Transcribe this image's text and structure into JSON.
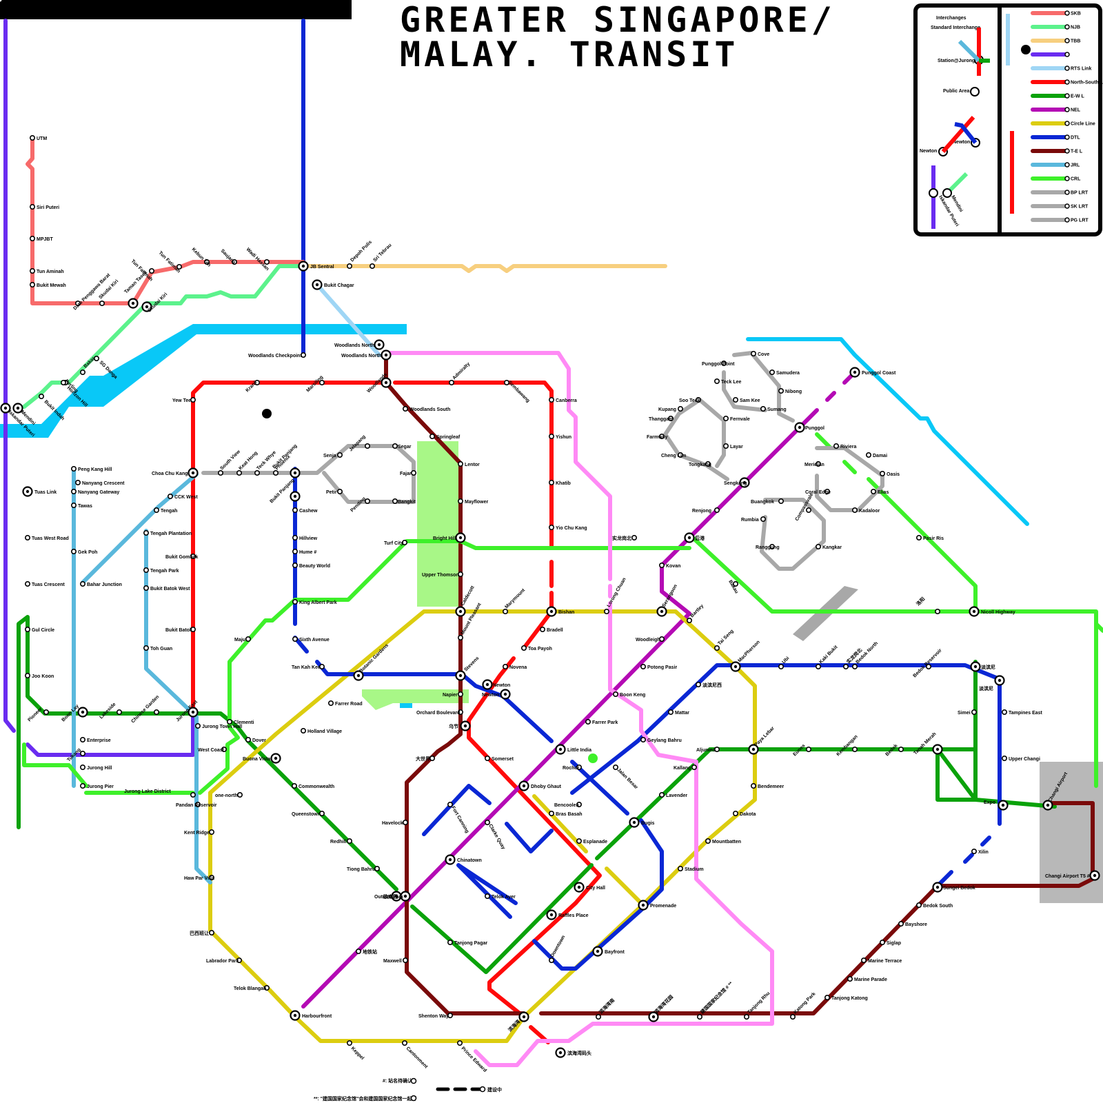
{
  "title": {
    "line1": "GREATER SINGAPORE/",
    "line2": "MALAY. TRANSIT"
  },
  "legend": {
    "lines": [
      {
        "name": "SKB",
        "color": "#f76a6a"
      },
      {
        "name": "NJB",
        "color": "#5cf28c"
      },
      {
        "name": "TBB",
        "color": "#f7cf7f"
      },
      {
        "name": "",
        "color": "#6a2cf0"
      },
      {
        "name": "RTS Link",
        "color": "#9fd6f5"
      },
      {
        "name": "North-South Li",
        "color": "#ff0a0a"
      },
      {
        "name": "E-W L",
        "color": "#0aa20a"
      },
      {
        "name": "NEL",
        "color": "#b40ab4"
      },
      {
        "name": "Circle Line",
        "color": "#dccd10"
      },
      {
        "name": "DTL",
        "color": "#0a27d4"
      },
      {
        "name": "T-E L",
        "color": "#7a0a0a"
      },
      {
        "name": "JRL",
        "color": "#5ab8dc"
      },
      {
        "name": "CRL",
        "color": "#3ef02a"
      },
      {
        "name": "BP LRT",
        "color": "#a8a8a8"
      },
      {
        "name": "SK LRT",
        "color": "#a8a8a8"
      },
      {
        "name": "PG LRT",
        "color": "#a8a8a8"
      }
    ],
    "keys": {
      "interchanges": "Interchanges",
      "standard": "Standard Interchange",
      "station_jurong": "Station@Jurong",
      "public_area": "Public Area",
      "newton1": "Newton",
      "newton2": "Newton",
      "iskandar": "Iskandar Puteri",
      "mendini": "Mendini"
    }
  },
  "stations": [
    {
      "name": "UTM"
    },
    {
      "name": "Siri Puteri"
    },
    {
      "name": "MPJBT"
    },
    {
      "name": "Tun Aminah"
    },
    {
      "name": "Bukit Mewah"
    },
    {
      "name": "Dato Penggawa Barat"
    },
    {
      "name": "Skudai Kiri"
    },
    {
      "name": "Taman Tasek"
    },
    {
      "name": "Tun Fatimah"
    },
    {
      "name": "Tun Fatimah"
    },
    {
      "name": "Kebun Teh"
    },
    {
      "name": "Saujana"
    },
    {
      "name": "Wadi Hassan"
    },
    {
      "name": "JB Sentral"
    },
    {
      "name": "Depoh Polis"
    },
    {
      "name": "Sri Tebrau"
    },
    {
      "name": "Bukit Chagar"
    },
    {
      "name": "Skudai Kiri"
    },
    {
      "name": "SG Danga"
    },
    {
      "name": "Bukit Indah"
    },
    {
      "name": "Horizon Hill"
    },
    {
      "name": "Perling"
    },
    {
      "name": "Bakar"
    },
    {
      "name": "Mendini"
    },
    {
      "name": "Iskandar Puteri"
    },
    {
      "name": "Woodlands Checkpoint"
    },
    {
      "name": "Woodlands North"
    },
    {
      "name": "Woodlands North"
    },
    {
      "name": "Woodlands"
    },
    {
      "name": "Kranji"
    },
    {
      "name": "Marsiling"
    },
    {
      "name": "Admiralty"
    },
    {
      "name": "Sembawang"
    },
    {
      "name": "Yew Tee"
    },
    {
      "name": "Canberra"
    },
    {
      "name": "Yishun"
    },
    {
      "name": "Khatib"
    },
    {
      "name": "Yio Chu Kang"
    },
    {
      "name": "Woodlands South"
    },
    {
      "name": "Springleaf"
    },
    {
      "name": "Lentor"
    },
    {
      "name": "Mayflower"
    },
    {
      "name": "Bright Hill"
    },
    {
      "name": "Upper Thomson"
    },
    {
      "name": "Caldecott"
    },
    {
      "name": "Mount Pleasant"
    },
    {
      "name": "Stevens"
    },
    {
      "name": "Napier"
    },
    {
      "name": "Orchard Boulevard"
    },
    {
      "name": "乌节"
    },
    {
      "name": "大世界"
    },
    {
      "name": "Havelock"
    },
    {
      "name": "欧南园"
    },
    {
      "name": "Maxwell"
    },
    {
      "name": "Shenton Way"
    },
    {
      "name": "滨海湾"
    },
    {
      "name": "滨海湾南"
    },
    {
      "name": "滨海湾花园"
    },
    {
      "name": "建国国家纪念馆 # **"
    },
    {
      "name": "Tanjong Rhu"
    },
    {
      "name": "Katong Park"
    },
    {
      "name": "Tanjong Katong"
    },
    {
      "name": "Marine Parade"
    },
    {
      "name": "Marine Terrace"
    },
    {
      "name": "Siglap"
    },
    {
      "name": "Bayshore"
    },
    {
      "name": "Bedok South"
    },
    {
      "name": "Sungei Bedok"
    },
    {
      "name": "Changi Airport T5 #"
    },
    {
      "name": "Changi Airport"
    },
    {
      "name": "Expo"
    },
    {
      "name": "Xilin"
    },
    {
      "name": "Upper Changi"
    },
    {
      "name": "Tampines East"
    },
    {
      "name": "Simei"
    },
    {
      "name": "淡滨尼"
    },
    {
      "name": "淡滨尼"
    },
    {
      "name": "Tanah Merah"
    },
    {
      "name": "Bedok"
    },
    {
      "name": "Kembangan"
    },
    {
      "name": "Eunos"
    },
    {
      "name": "Paya Lebar"
    },
    {
      "name": "Aljunied"
    },
    {
      "name": "Kallang"
    },
    {
      "name": "Lavender"
    },
    {
      "name": "Bugis"
    },
    {
      "name": "City Hall"
    },
    {
      "name": "Raffles Place"
    },
    {
      "name": "Tanjong Pagar"
    },
    {
      "name": "Outram Park"
    },
    {
      "name": "Tiong Bahru"
    },
    {
      "name": "Redhill"
    },
    {
      "name": "Queenstown"
    },
    {
      "name": "Commonwealth"
    },
    {
      "name": "Buona Vista"
    },
    {
      "name": "Dover"
    },
    {
      "name": "Clementi"
    },
    {
      "name": "Jurong East"
    },
    {
      "name": "Chinese Garden"
    },
    {
      "name": "Lakeside"
    },
    {
      "name": "Boon Lay"
    },
    {
      "name": "Pioneer"
    },
    {
      "name": "Joo Koon"
    },
    {
      "name": "Gul Circle"
    },
    {
      "name": "Tuas Crescent"
    },
    {
      "name": "Tuas West Road"
    },
    {
      "name": "Tuas Link"
    },
    {
      "name": "Choa Chu Kang"
    },
    {
      "name": "South View"
    },
    {
      "name": "Keat Hong"
    },
    {
      "name": "Teck Whye"
    },
    {
      "name": "Phoenix"
    },
    {
      "name": "Bukit Panjang"
    },
    {
      "name": "Senja"
    },
    {
      "name": "Jelapang"
    },
    {
      "name": "Segar"
    },
    {
      "name": "Fajar"
    },
    {
      "name": "Bangkit"
    },
    {
      "name": "Pending"
    },
    {
      "name": "Petir"
    },
    {
      "name": "Bukit Panjang"
    },
    {
      "name": "Cashew"
    },
    {
      "name": "Hillview"
    },
    {
      "name": "Hume #"
    },
    {
      "name": "Beauty World"
    },
    {
      "name": "King Albert Park"
    },
    {
      "name": "Sixth Avenue"
    },
    {
      "name": "Tan Kah Kee"
    },
    {
      "name": "Botanic Gardens"
    },
    {
      "name": "Farrer Road"
    },
    {
      "name": "Holland Village"
    },
    {
      "name": "one-north"
    },
    {
      "name": "Kent Ridge"
    },
    {
      "name": "Haw Par Villa"
    },
    {
      "name": "巴西班让"
    },
    {
      "name": "Labrador Park"
    },
    {
      "name": "Telok Blangah"
    },
    {
      "name": "Harbourfront"
    },
    {
      "name": "Keppel"
    },
    {
      "name": "Cantonment"
    },
    {
      "name": "Prince Edward"
    },
    {
      "name": "滨海湾码头"
    },
    {
      "name": "Peng Kang Hill"
    },
    {
      "name": "Nanyang Crescent"
    },
    {
      "name": "Nanyang Gateway"
    },
    {
      "name": "Tawas"
    },
    {
      "name": "Gek Poh"
    },
    {
      "name": "Bahar Junction"
    },
    {
      "name": "Enterprise"
    },
    {
      "name": "Tukang"
    },
    {
      "name": "Jurong Hill"
    },
    {
      "name": "Jurong Pier"
    },
    {
      "name": "CCK West"
    },
    {
      "name": "Tengah"
    },
    {
      "name": "Tengah Plantation"
    },
    {
      "name": "Tengah Park"
    },
    {
      "name": "Bukit Batok West"
    },
    {
      "name": "Toh Guan"
    },
    {
      "name": "Bukit Gombak"
    },
    {
      "name": "Bukit Batok"
    },
    {
      "name": "Jurong Town Hall"
    },
    {
      "name": "West Coast"
    },
    {
      "name": "Pandan Reservoir"
    },
    {
      "name": "Jurong Lake District"
    },
    {
      "name": "Maju"
    },
    {
      "name": "Turf City"
    },
    {
      "name": "Marymount"
    },
    {
      "name": "Bishan"
    },
    {
      "name": "Bradell"
    },
    {
      "name": "Toa Payoh"
    },
    {
      "name": "Novena"
    },
    {
      "name": "Newton"
    },
    {
      "name": "Newton"
    },
    {
      "name": "Somerset"
    },
    {
      "name": "Dhoby Ghaut"
    },
    {
      "name": "Little India"
    },
    {
      "name": "Rochor"
    },
    {
      "name": "Jalan Besar"
    },
    {
      "name": "Bencoolen"
    },
    {
      "name": "Bras Basah"
    },
    {
      "name": "Esplanade"
    },
    {
      "name": "Promenade"
    },
    {
      "name": "Bayfront"
    },
    {
      "name": "Downtown"
    },
    {
      "name": "Telok Ayer"
    },
    {
      "name": "Chinatown"
    },
    {
      "name": "Fort Canning"
    },
    {
      "name": "Clarke Quay"
    },
    {
      "name": "地铁站"
    },
    {
      "name": "Farrer Park"
    },
    {
      "name": "Boon Keng"
    },
    {
      "name": "Potong Pasir"
    },
    {
      "name": "Woodleigh"
    },
    {
      "name": "Serangoon"
    },
    {
      "name": "Kovan"
    },
    {
      "name": "后港"
    },
    {
      "name": "Sengkang"
    },
    {
      "name": "Punggol"
    },
    {
      "name": "Punggol Coast"
    },
    {
      "name": "Lorong Chuan"
    },
    {
      "name": "实龙岗北"
    },
    {
      "name": "Bartley"
    },
    {
      "name": "Tai Seng"
    },
    {
      "name": "MacPherson"
    },
    {
      "name": "Ubi"
    },
    {
      "name": "Kaki Bukit"
    },
    {
      "name": "Bedok North"
    },
    {
      "name": "Bedok Reservoir"
    },
    {
      "name": "淡滨尼西"
    },
    {
      "name": "Mattar"
    },
    {
      "name": "Geylang Bahru"
    },
    {
      "name": "Bendemeer"
    },
    {
      "name": "Dakota"
    },
    {
      "name": "Mountbatten"
    },
    {
      "name": "Stadium"
    },
    {
      "name": "Nicoll Highway"
    },
    {
      "name": "Pasir Ris"
    },
    {
      "name": "Elias"
    },
    {
      "name": "Riviera"
    },
    {
      "name": "Damai"
    },
    {
      "name": "Oasis"
    },
    {
      "name": "Kadaloor"
    },
    {
      "name": "Coral Edge"
    },
    {
      "name": "Meridian"
    },
    {
      "name": "Cove"
    },
    {
      "name": "Punggol Point"
    },
    {
      "name": "Samudera"
    },
    {
      "name": "Teck Lee"
    },
    {
      "name": "Nibong"
    },
    {
      "name": "Sam Kee"
    },
    {
      "name": "Sumang"
    },
    {
      "name": "Soo Teck"
    },
    {
      "name": "Kupang"
    },
    {
      "name": "Thanggam"
    },
    {
      "name": "Fernvale"
    },
    {
      "name": "Farmway"
    },
    {
      "name": "Layar"
    },
    {
      "name": "Cheng Lim"
    },
    {
      "name": "Tongkang"
    },
    {
      "name": "Renjong"
    },
    {
      "name": "Buangkok"
    },
    {
      "name": "Compassvale"
    },
    {
      "name": "Rumbia"
    },
    {
      "name": "Ranggung"
    },
    {
      "name": "Kangkar"
    },
    {
      "name": "Bakau"
    },
    {
      "name": "洛阳"
    },
    {
      "name": "实龙岗北"
    },
    {
      "name": "Bedok North"
    }
  ],
  "notes": {
    "note1": "#: 站名待确认",
    "note2": "**: \"建国国家纪念馆\"会和建国国家纪念馆一起开",
    "note3": "建设中"
  }
}
